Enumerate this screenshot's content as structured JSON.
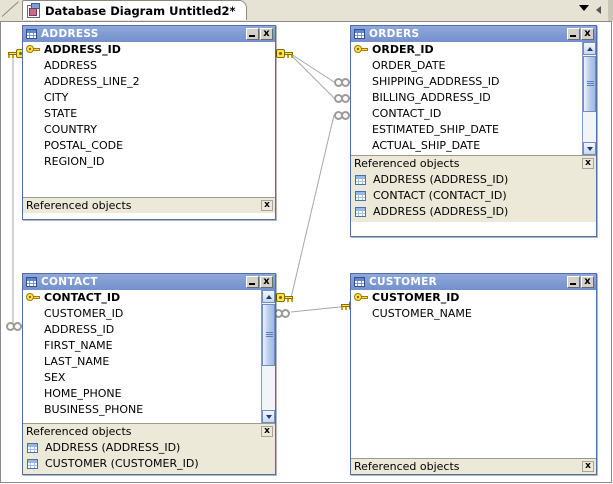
{
  "window": {
    "tab_title": "Database Diagram Untitled2*",
    "tab_icon": "diagram-icon",
    "dropdown_icon": "chevron-down-icon",
    "prev_icon": "scroll-left-icon"
  },
  "labels": {
    "referenced_objects": "Referenced objects",
    "close_glyph": "x",
    "minimize_glyph": "_"
  },
  "colors": {
    "titlebar": "#7f9bd4",
    "canvas": "#ffffff",
    "panel": "#ece9d8",
    "border": "#4f6eaa",
    "wire": "#a0a0a0",
    "key": "#ffe04a"
  },
  "tables": [
    {
      "id": "address",
      "name": "ADDRESS",
      "columns": [
        {
          "name": "ADDRESS_ID",
          "pk": true
        },
        {
          "name": "ADDRESS",
          "pk": false
        },
        {
          "name": "ADDRESS_LINE_2",
          "pk": false
        },
        {
          "name": "CITY",
          "pk": false
        },
        {
          "name": "STATE",
          "pk": false
        },
        {
          "name": "COUNTRY",
          "pk": false
        },
        {
          "name": "POSTAL_CODE",
          "pk": false
        },
        {
          "name": "REGION_ID",
          "pk": false
        }
      ],
      "scrollbar": false,
      "referenced_objects": []
    },
    {
      "id": "orders",
      "name": "ORDERS",
      "columns": [
        {
          "name": "ORDER_ID",
          "pk": true
        },
        {
          "name": "ORDER_DATE",
          "pk": false
        },
        {
          "name": "SHIPPING_ADDRESS_ID",
          "pk": false
        },
        {
          "name": "BILLING_ADDRESS_ID",
          "pk": false
        },
        {
          "name": "CONTACT_ID",
          "pk": false
        },
        {
          "name": "ESTIMATED_SHIP_DATE",
          "pk": false
        },
        {
          "name": "ACTUAL_SHIP_DATE",
          "pk": false
        }
      ],
      "scrollbar": true,
      "referenced_objects": [
        "ADDRESS (ADDRESS_ID)",
        "CONTACT (CONTACT_ID)",
        "ADDRESS (ADDRESS_ID)"
      ]
    },
    {
      "id": "contact",
      "name": "CONTACT",
      "columns": [
        {
          "name": "CONTACT_ID",
          "pk": true
        },
        {
          "name": "CUSTOMER_ID",
          "pk": false
        },
        {
          "name": "ADDRESS_ID",
          "pk": false
        },
        {
          "name": "FIRST_NAME",
          "pk": false
        },
        {
          "name": "LAST_NAME",
          "pk": false
        },
        {
          "name": "SEX",
          "pk": false
        },
        {
          "name": "HOME_PHONE",
          "pk": false
        },
        {
          "name": "BUSINESS_PHONE",
          "pk": false
        }
      ],
      "scrollbar": true,
      "referenced_objects": [
        "ADDRESS (ADDRESS_ID)",
        "CUSTOMER (CUSTOMER_ID)"
      ]
    },
    {
      "id": "customer",
      "name": "CUSTOMER",
      "columns": [
        {
          "name": "CUSTOMER_ID",
          "pk": true
        },
        {
          "name": "CUSTOMER_NAME",
          "pk": false
        }
      ],
      "scrollbar": false,
      "referenced_objects": []
    }
  ],
  "relationships": [
    {
      "from": "ADDRESS.ADDRESS_ID",
      "to": "ORDERS.SHIPPING_ADDRESS_ID"
    },
    {
      "from": "ADDRESS.ADDRESS_ID",
      "to": "ORDERS.BILLING_ADDRESS_ID"
    },
    {
      "from": "ADDRESS.ADDRESS_ID",
      "to": "CONTACT.ADDRESS_ID"
    },
    {
      "from": "CONTACT.CONTACT_ID",
      "to": "ORDERS.CONTACT_ID"
    },
    {
      "from": "CUSTOMER.CUSTOMER_ID",
      "to": "CONTACT.CUSTOMER_ID"
    }
  ]
}
